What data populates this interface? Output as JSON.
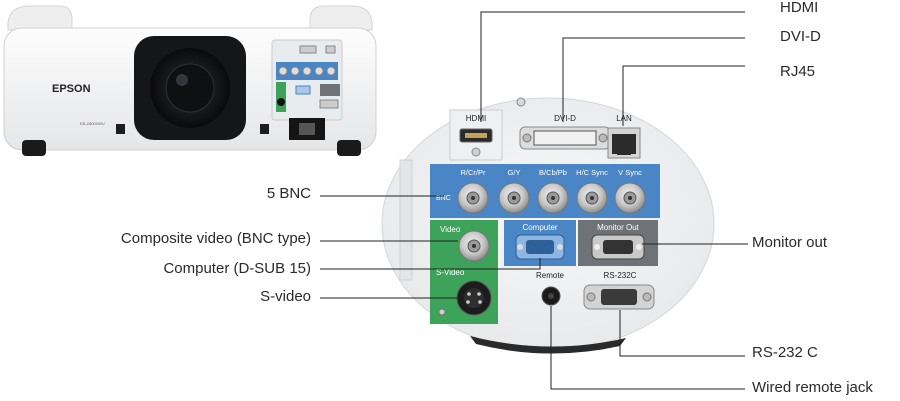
{
  "projector": {
    "brand": "EPSON",
    "model_badge": "EB-Z8000WU"
  },
  "panel": {
    "top_labels": {
      "hdmi": "HDMI",
      "dvi": "DVI-D",
      "lan": "LAN"
    },
    "bnc_labels": [
      "R/Cr/Pr",
      "G/Y",
      "B/Cb/Pb",
      "H/C Sync",
      "V Sync"
    ],
    "bnc_side": "BNC",
    "video_label": "Video",
    "svideo_label": "S-Video",
    "computer_label": "Computer",
    "monitor_out_label": "Monitor Out",
    "remote_label": "Remote",
    "rs232_label": "RS-232C"
  },
  "callouts": {
    "hdmi": "HDMI",
    "dvi": "DVI-D",
    "rj45": "RJ45",
    "bnc5": "5 BNC",
    "composite": "Composite video (BNC type)",
    "computer": "Computer (D-SUB 15)",
    "svideo": "S-video",
    "monitor_out": "Monitor out",
    "rs232": "RS-232 C",
    "remote": "Wired remote jack"
  },
  "colors": {
    "blue_panel": "#4a86c6",
    "green_panel": "#3da35a",
    "gray_panel": "#6f7378",
    "body_white": "#f4f5f6",
    "leader_line": "#222222"
  }
}
